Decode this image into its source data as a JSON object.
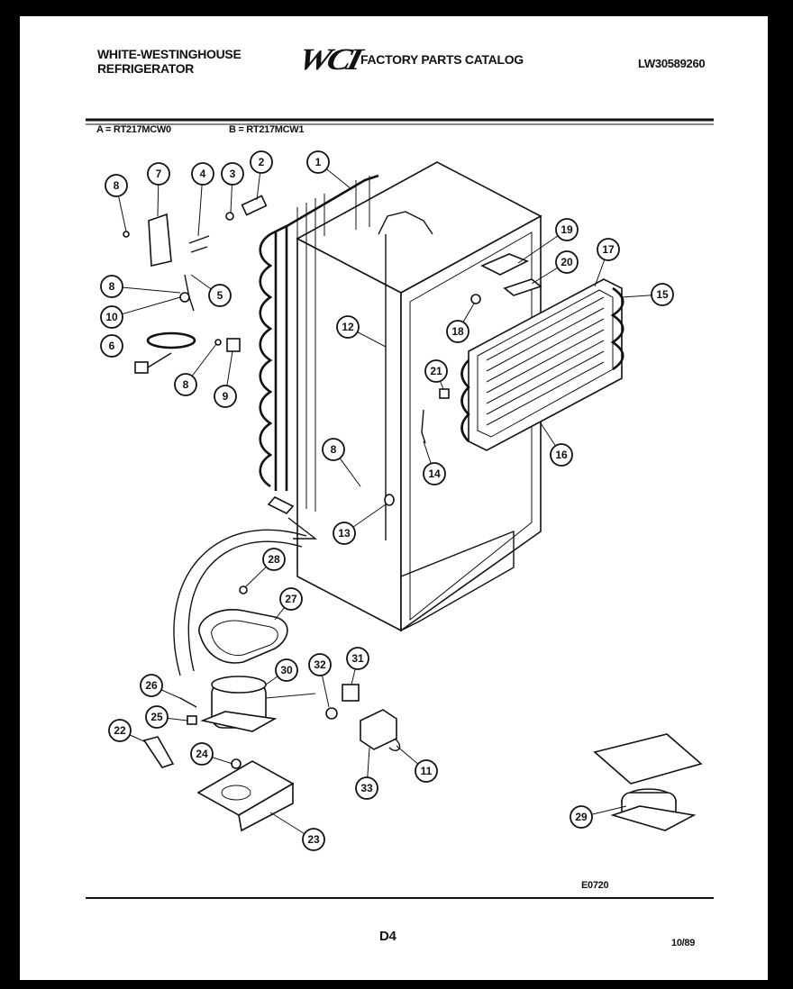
{
  "header": {
    "brand_line1": "WHITE-WESTINGHOUSE",
    "brand_line2": "REFRIGERATOR",
    "logo": "WCI",
    "catalog_title": "FACTORY PARTS CATALOG",
    "doc_number": "LW30589260"
  },
  "models": {
    "a": "A = RT217MCW0",
    "b": "B = RT217MCW1"
  },
  "callouts": [
    "1",
    "2",
    "3",
    "4",
    "5",
    "6",
    "7",
    "8",
    "8",
    "8",
    "8",
    "9",
    "10",
    "11",
    "12",
    "13",
    "14",
    "15",
    "16",
    "17",
    "18",
    "19",
    "20",
    "21",
    "22",
    "23",
    "24",
    "25",
    "26",
    "27",
    "28",
    "29",
    "30",
    "31",
    "32",
    "33"
  ],
  "footer": {
    "figure_code": "E0720",
    "page_number": "D4",
    "date_code": "10/89"
  }
}
